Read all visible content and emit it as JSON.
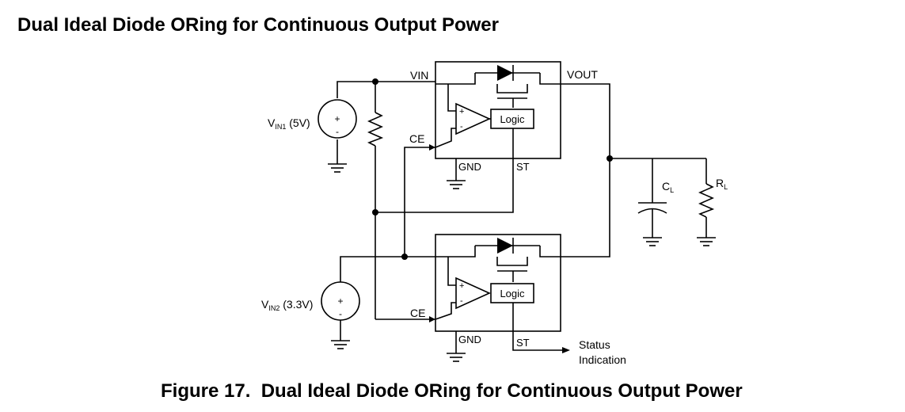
{
  "title": "Dual Ideal Diode ORing for Continuous Output Power",
  "caption": "Figure 17.  Dual Ideal Diode ORing for Continuous Output Power",
  "labels": {
    "vin": "VIN",
    "vout": "VOUT",
    "ce": "CE",
    "gnd": "GND",
    "st": "ST",
    "logic": "Logic",
    "v_prefix": "V",
    "vin1_sub": "IN1",
    "vin1_value": " (5V)",
    "vin2_sub": "IN2",
    "vin2_value": " (3.3V)",
    "cap_main": "C",
    "cap_sub": "L",
    "load_main": "R",
    "load_sub": "L",
    "status_line1": "Status",
    "status_line2": "Indication",
    "plus": "+",
    "minus": "-"
  }
}
